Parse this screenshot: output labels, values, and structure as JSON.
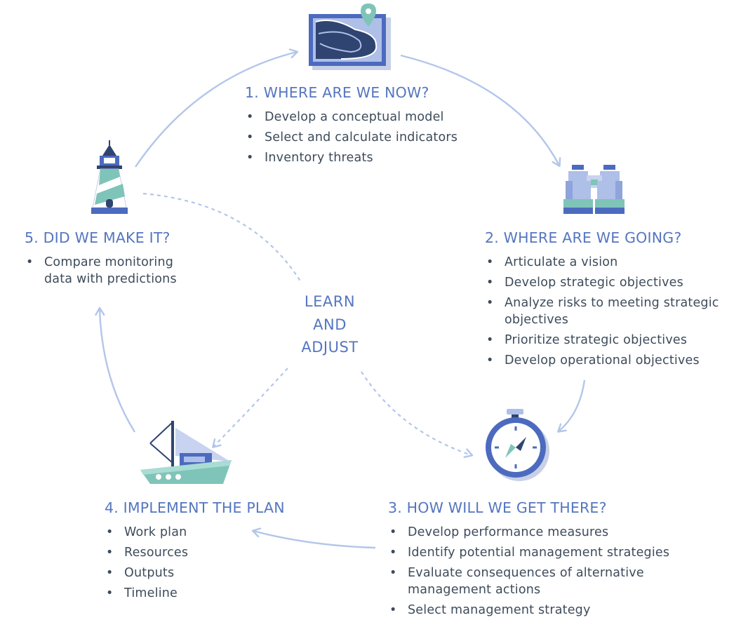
{
  "center": {
    "lines": [
      "LEARN",
      "AND",
      "ADJUST"
    ]
  },
  "steps": [
    {
      "title": "1. WHERE ARE WE NOW?",
      "icon": "map-icon",
      "bullets": [
        "Develop a conceptual model",
        "Select and calculate indicators",
        "Inventory threats"
      ]
    },
    {
      "title": "2. WHERE ARE WE GOING?",
      "icon": "binoculars-icon",
      "bullets": [
        "Articulate a vision",
        "Develop strategic objectives",
        "Analyze risks to meeting strategic objectives",
        "Prioritize strategic objectives",
        "Develop operational objectives"
      ]
    },
    {
      "title": "3. HOW WILL WE GET THERE?",
      "icon": "compass-icon",
      "bullets": [
        "Develop performance measures",
        "Identify potential management strategies",
        "Evaluate consequences of alternative management actions",
        "Select management strategy"
      ]
    },
    {
      "title": "4. IMPLEMENT THE PLAN",
      "icon": "boat-icon",
      "bullets": [
        "Work plan",
        "Resources",
        "Outputs",
        "Timeline"
      ]
    },
    {
      "title": "5. DID WE MAKE IT?",
      "icon": "lighthouse-icon",
      "bullets": [
        "Compare monitoring data with predictions"
      ]
    }
  ],
  "colors": {
    "title": "#5576c0",
    "text": "#3d4b5b",
    "arrow": "#b3c6ea",
    "blue_dark": "#4c6bbf",
    "navy": "#2f4470",
    "teal": "#7fc4b8",
    "light_blue": "#aebfe8"
  }
}
